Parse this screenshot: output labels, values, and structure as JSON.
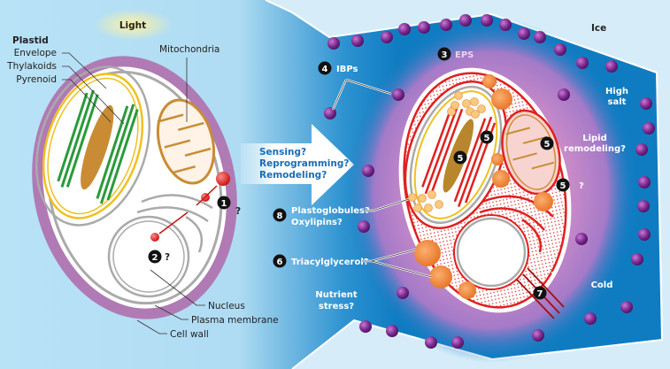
{
  "left_cell": {
    "light": "Light",
    "plastid": "Plastid",
    "envelope": "Envelope",
    "thylakoids": "Thylakoids",
    "pyrenoid": "Pyrenoid",
    "mitochondria": "Mitochondria",
    "nucleus": "Nucleus",
    "plasma_membrane": "Plasma membrane",
    "cell_wall": "Cell wall",
    "badge1": "1",
    "badge2": "2",
    "q": "?"
  },
  "arrow": {
    "line1": "Sensing?",
    "line2": "Reprogramming?",
    "line3": "Remodeling?"
  },
  "right_cell": {
    "ice": "Ice",
    "high": "High",
    "salt": "salt",
    "lipid1": "Lipid",
    "lipid2": "remodeling?",
    "cold": "Cold",
    "nutrient1": "Nutrient",
    "nutrient2": "stress?",
    "badge3": "3",
    "eps": "EPS",
    "badge4": "4",
    "ibps": "IBPs",
    "badge5": "5",
    "badge6": "6",
    "tag": "Triacylglycerol?",
    "badge7": "7",
    "badge8": "8",
    "plastoglobules": "Plastoglobules?",
    "oxylipins": "Oxylipins?",
    "q": "?"
  },
  "colors": {
    "cell_wall": "#b07ab5",
    "ice_bead": "#7a2a8c",
    "stress_red": "#e02020",
    "lipid": "#f08a3c",
    "water": "#0f7cc2"
  }
}
